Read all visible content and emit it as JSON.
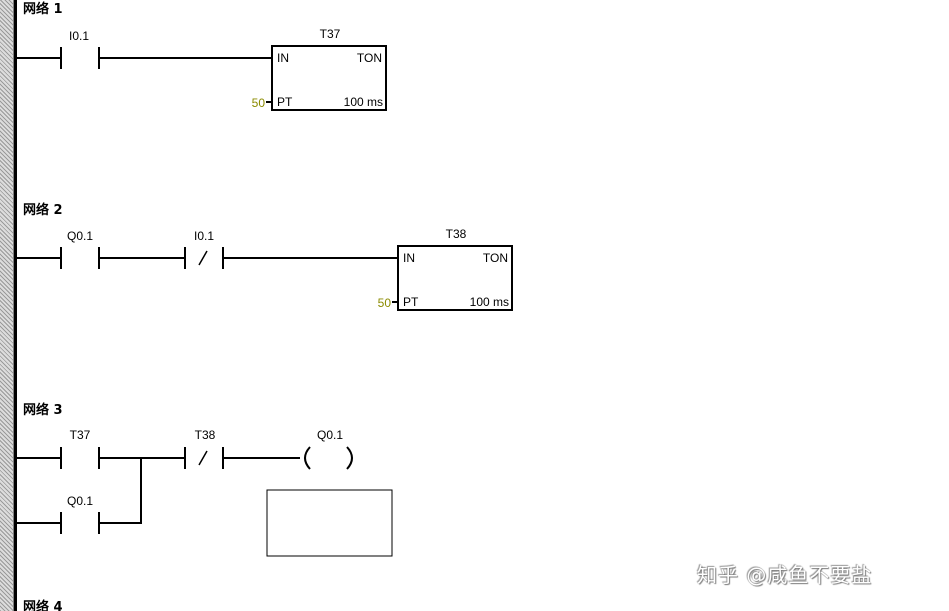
{
  "networks": [
    {
      "title": "网络 1",
      "contacts": [
        {
          "label": "I0.1",
          "type": "NO"
        }
      ],
      "timer": {
        "name": "T37",
        "in_label": "IN",
        "type_label": "TON",
        "pt_label": "PT",
        "pt_value": "50",
        "base_label": "100 ms"
      }
    },
    {
      "title": "网络 2",
      "contacts": [
        {
          "label": "Q0.1",
          "type": "NO"
        },
        {
          "label": "I0.1",
          "type": "NC"
        }
      ],
      "timer": {
        "name": "T38",
        "in_label": "IN",
        "type_label": "TON",
        "pt_label": "PT",
        "pt_value": "50",
        "base_label": "100 ms"
      }
    },
    {
      "title": "网络 3",
      "contacts": [
        {
          "label": "T37",
          "type": "NO"
        },
        {
          "label": "T38",
          "type": "NC"
        }
      ],
      "branch_contact": {
        "label": "Q0.1",
        "type": "NO"
      },
      "coil": {
        "label": "Q0.1"
      }
    },
    {
      "title": "网络 4"
    }
  ],
  "watermark": "知乎 @咸鱼不要盐",
  "colors": {
    "pt_value": "#8b8b00",
    "rail": "#000000",
    "background": "#ffffff"
  }
}
